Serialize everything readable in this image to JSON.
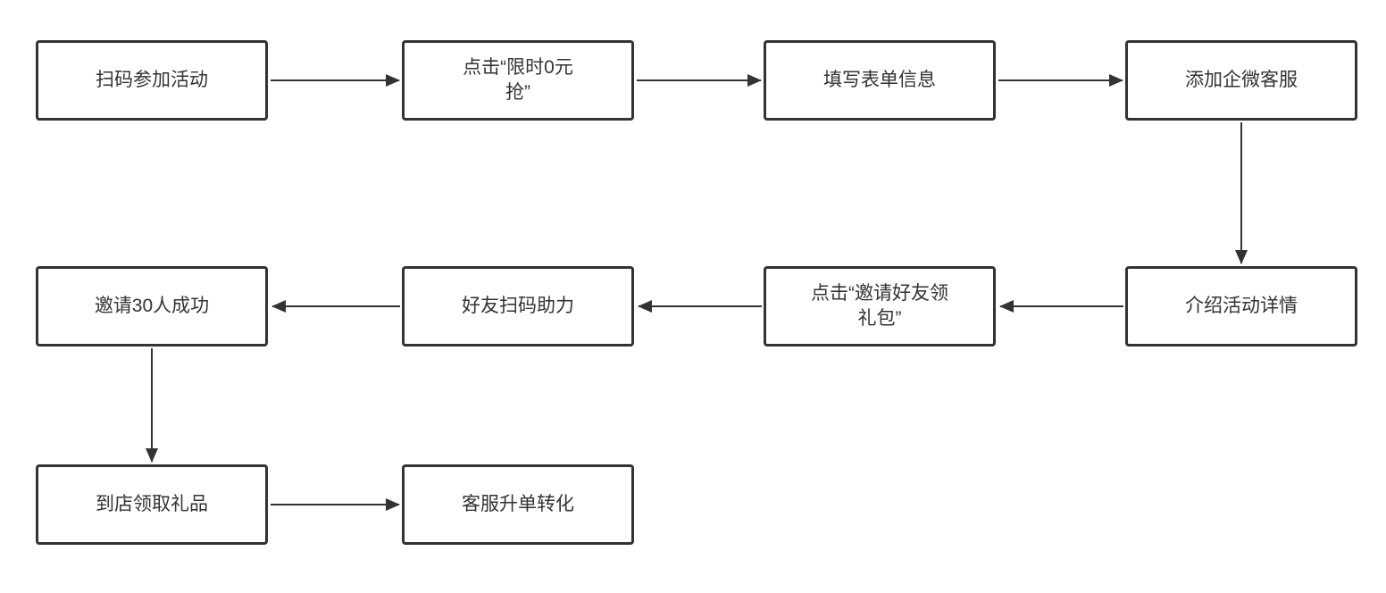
{
  "diagram": {
    "type": "flowchart",
    "stroke_color": "#333333",
    "node_fill": "#ffffff",
    "nodes": [
      {
        "id": "scan-join",
        "label": "扫码参加活动"
      },
      {
        "id": "click-zero-yuan",
        "label": "点击“限时0元\n抢”"
      },
      {
        "id": "fill-form",
        "label": "填写表单信息"
      },
      {
        "id": "add-wecom-cs",
        "label": "添加企微客服"
      },
      {
        "id": "intro-details",
        "label": "介绍活动详情"
      },
      {
        "id": "click-invite",
        "label": "点击“邀请好友领\n礼包”"
      },
      {
        "id": "friend-assist",
        "label": "好友扫码助力"
      },
      {
        "id": "invite-30",
        "label": "邀请30人成功"
      },
      {
        "id": "store-pickup",
        "label": "到店领取礼品"
      },
      {
        "id": "upsell-convert",
        "label": "客服升单转化"
      }
    ],
    "edges": [
      {
        "from": "scan-join",
        "to": "click-zero-yuan"
      },
      {
        "from": "click-zero-yuan",
        "to": "fill-form"
      },
      {
        "from": "fill-form",
        "to": "add-wecom-cs"
      },
      {
        "from": "add-wecom-cs",
        "to": "intro-details"
      },
      {
        "from": "intro-details",
        "to": "click-invite"
      },
      {
        "from": "click-invite",
        "to": "friend-assist"
      },
      {
        "from": "friend-assist",
        "to": "invite-30"
      },
      {
        "from": "invite-30",
        "to": "store-pickup"
      },
      {
        "from": "store-pickup",
        "to": "upsell-convert"
      }
    ]
  }
}
